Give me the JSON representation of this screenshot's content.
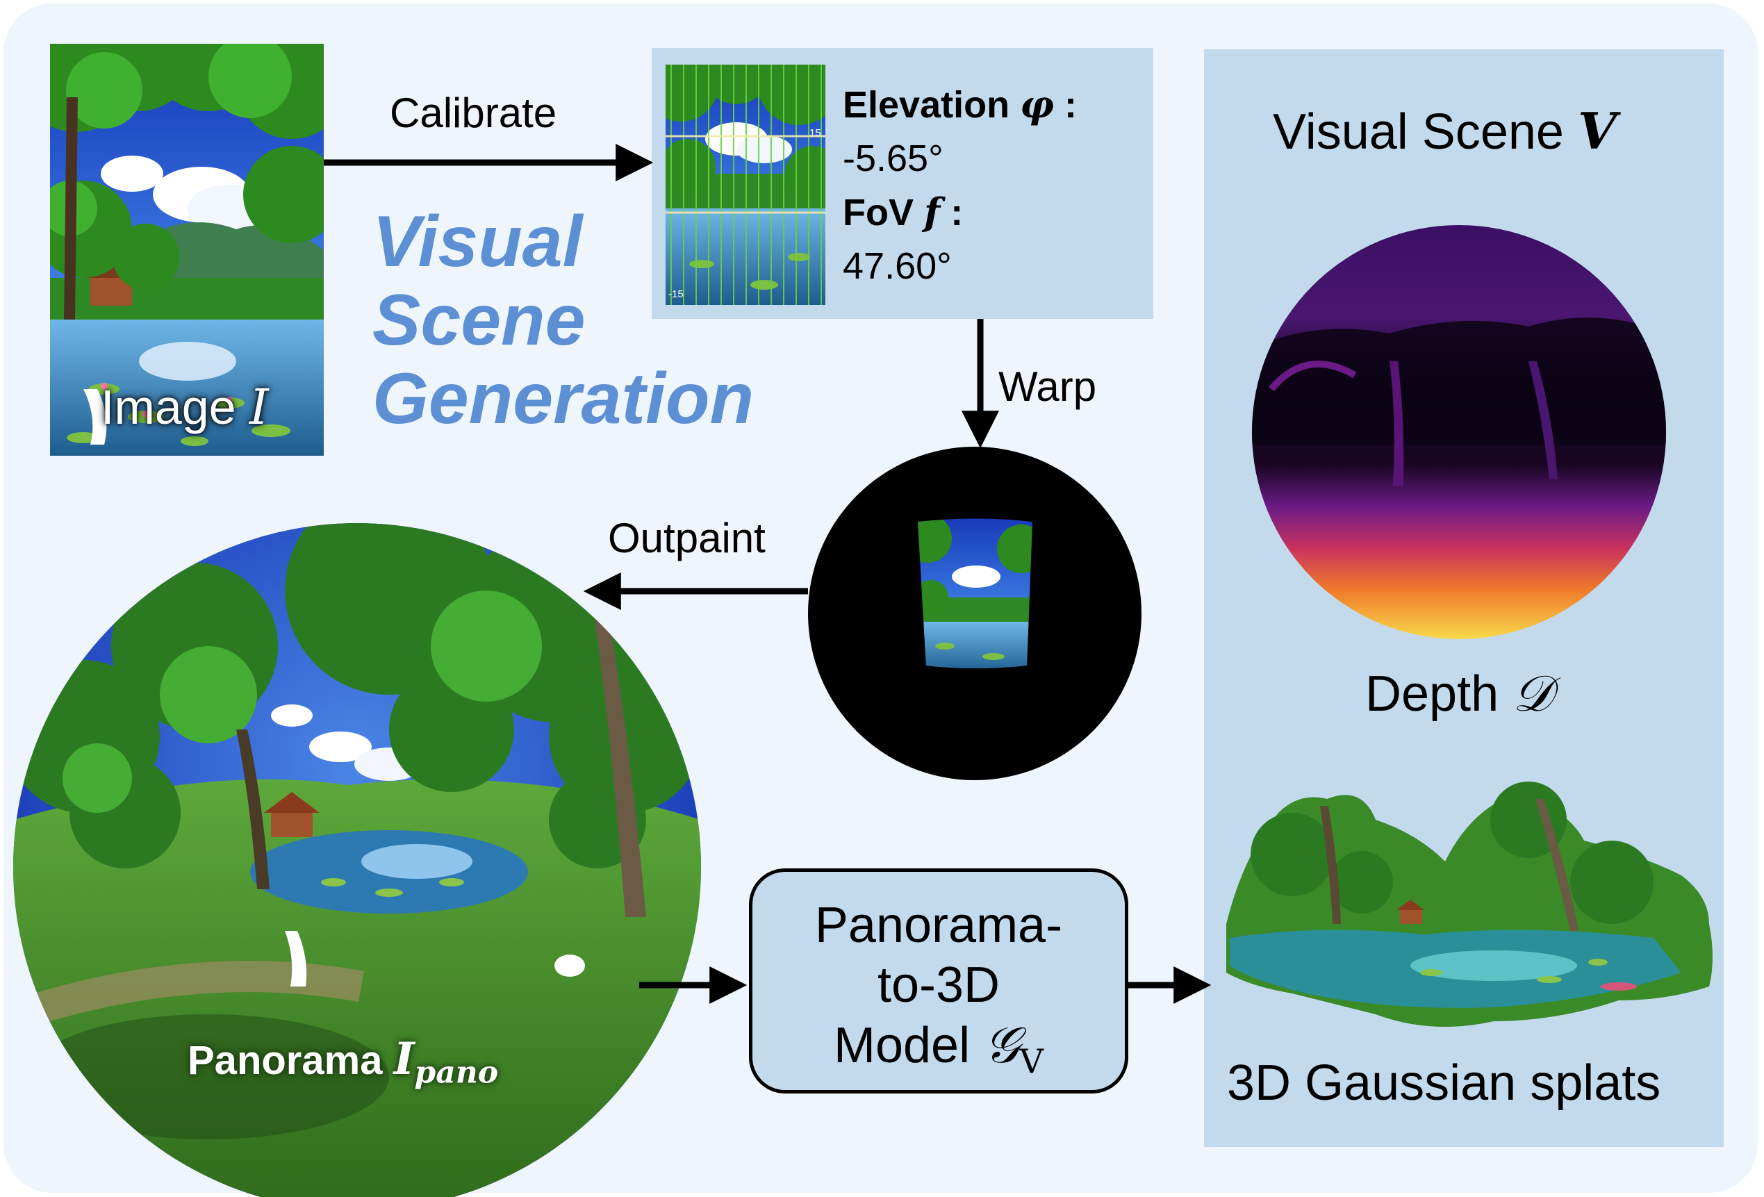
{
  "section_title": [
    "Visual",
    "Scene",
    "Generation"
  ],
  "input_image": {
    "caption": "Image",
    "symbol": "I"
  },
  "arrows": {
    "calibrate": "Calibrate",
    "warp": "Warp",
    "outpaint": "Outpaint"
  },
  "calibration": {
    "elevation_label": "Elevation",
    "elevation_symbol": "φ",
    "elevation_value": "-5.65°",
    "fov_label": "FoV",
    "fov_symbol": "f",
    "fov_value": "47.60°",
    "grid_top_tick": "15",
    "grid_bottom_tick": "-15"
  },
  "panorama": {
    "caption": "Panorama",
    "symbol": "I",
    "subscript": "pano"
  },
  "model": {
    "line1": "Panorama-",
    "line2": "to-3D",
    "line3_text": "Model",
    "symbol": "𝒢",
    "subscript": "V"
  },
  "visual_scene": {
    "title": "Visual Scene",
    "symbol": "V"
  },
  "depth": {
    "label": "Depth",
    "symbol": "𝒟"
  },
  "gaussian": {
    "label": "3D Gaussian splats"
  },
  "colors": {
    "frame": "#eef5fd",
    "box": "#c3daed",
    "accent_title": "#5c8fd3",
    "sky": "#1f49c9",
    "foliage": "#3f9a2d",
    "water": "#2d7ab3",
    "depth_far": "#0b0413",
    "depth_mid": "#5a1476",
    "depth_near": "#f7c93a"
  }
}
